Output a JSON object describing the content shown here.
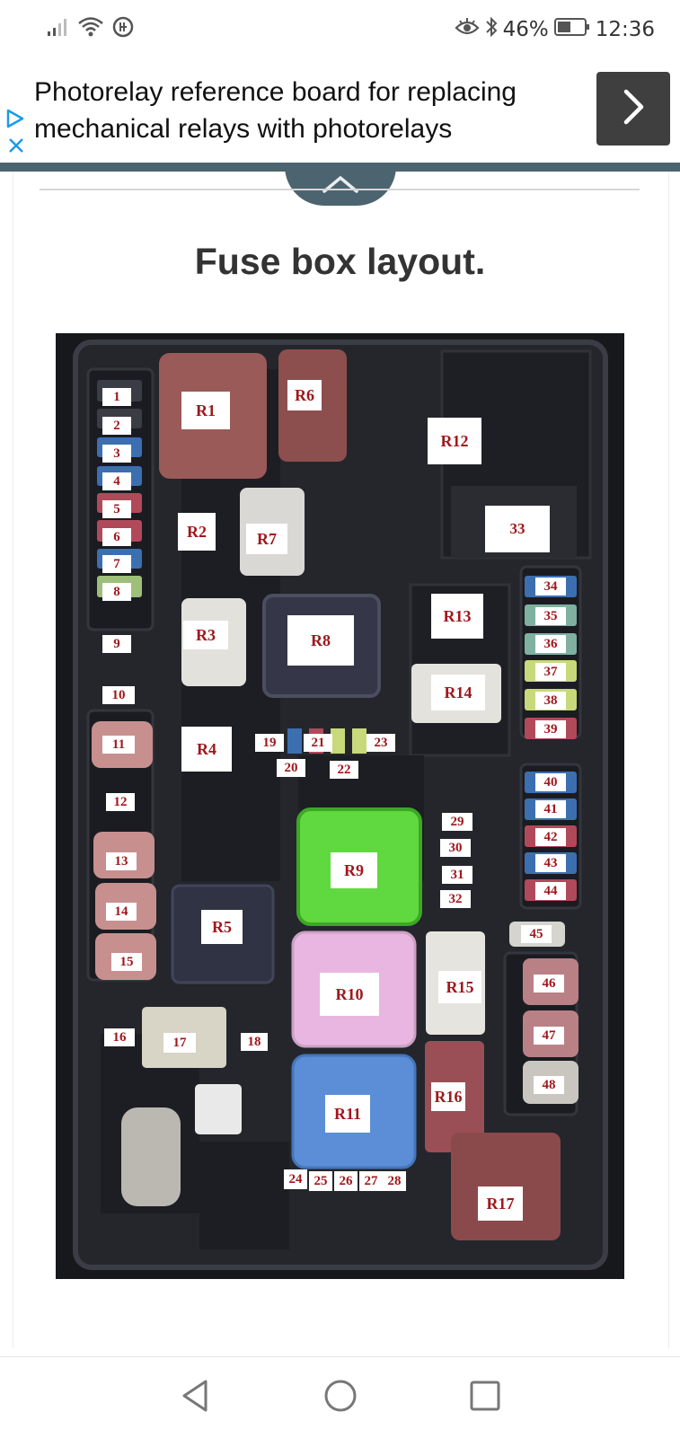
{
  "status_bar": {
    "battery": "46%",
    "time": "12:36"
  },
  "ad": {
    "text": "Photorelay reference board for replacing mechanical relays with photorelays"
  },
  "article": {
    "heading": "Fuse box layout."
  },
  "diagram": {
    "labels": [
      "1",
      "2",
      "3",
      "4",
      "5",
      "6",
      "7",
      "8",
      "9",
      "10",
      "11",
      "12",
      "13",
      "14",
      "15",
      "16",
      "17",
      "18",
      "19",
      "20",
      "21",
      "22",
      "23",
      "24",
      "25",
      "26",
      "27",
      "28",
      "29",
      "30",
      "31",
      "32",
      "33",
      "34",
      "35",
      "36",
      "37",
      "38",
      "39",
      "40",
      "41",
      "42",
      "43",
      "44",
      "45",
      "46",
      "47",
      "48",
      "R1",
      "R2",
      "R3",
      "R4",
      "R5",
      "R6",
      "R7",
      "R8",
      "R9",
      "R10",
      "R11",
      "R12",
      "R13",
      "R14",
      "R15",
      "R16",
      "R17"
    ]
  },
  "colors": {
    "accent": "#4c6470",
    "label_text": "#a0171c",
    "relay_green": "#5fd93f",
    "relay_pink": "#e8b6e0",
    "relay_blue": "#5b8ed6",
    "relay_brown": "#9a5a57"
  },
  "icons": [
    "signal-icon",
    "wifi-icon",
    "data-saver-icon",
    "eye-comfort-icon",
    "bluetooth-icon",
    "battery-icon",
    "ad-choices-icon",
    "ad-close-icon",
    "chevron-right-icon",
    "chevron-up-icon",
    "back-icon",
    "home-icon",
    "recents-icon"
  ]
}
